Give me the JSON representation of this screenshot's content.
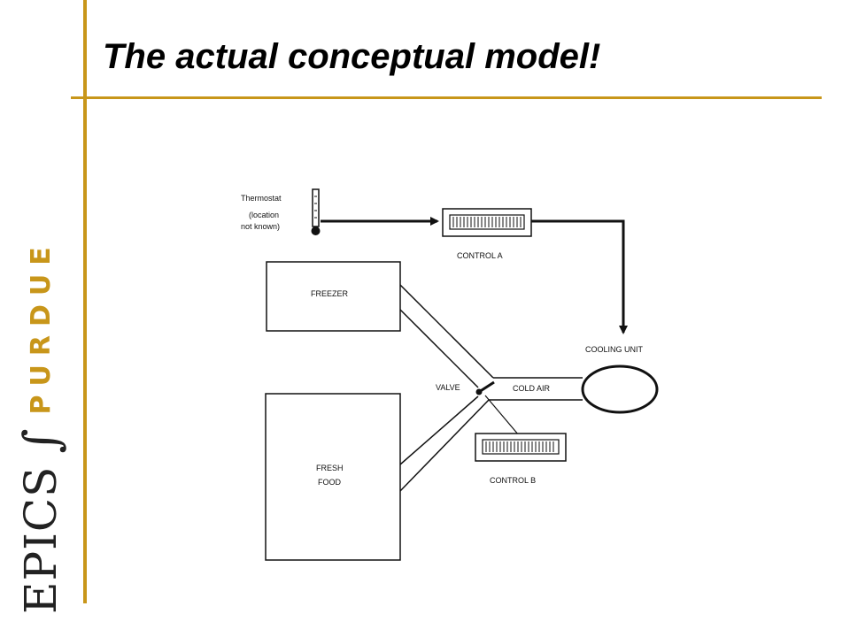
{
  "slide": {
    "title": "The actual conceptual model!"
  },
  "logo": {
    "epics_text": "EPICS",
    "integral_symbol": "∫",
    "purdue_text": "PURDUE",
    "accent_color": "#c8961a"
  },
  "diagram": {
    "thermostat_label": "Thermostat",
    "thermostat_note_line1": "(location",
    "thermostat_note_line2": "not known)",
    "control_a_label": "CONTROL A",
    "control_b_label": "CONTROL B",
    "freezer_label": "FREEZER",
    "fresh_food_line1": "FRESH",
    "fresh_food_line2": "FOOD",
    "valve_label": "VALVE",
    "cold_air_label": "COLD AIR",
    "cooling_unit_label": "COOLING UNIT"
  }
}
